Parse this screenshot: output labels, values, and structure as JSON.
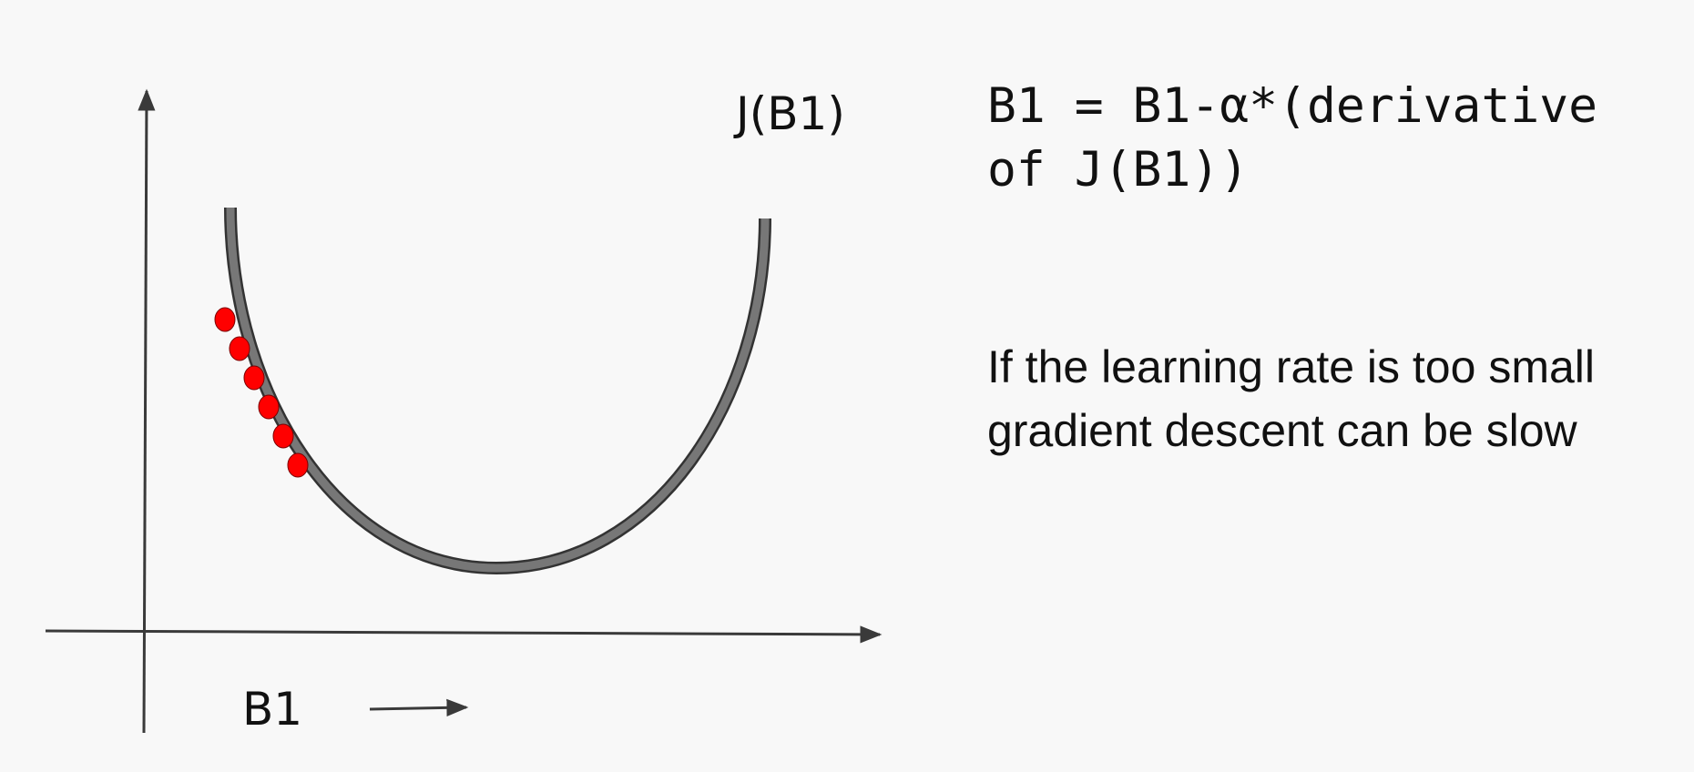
{
  "diagram": {
    "curve_label": "J(B1)",
    "axis_label": "B1",
    "formula": "B1 = B1-α*(derivative of J(B1))",
    "note": "If the learning rate is too small gradient descent can be slow",
    "colors": {
      "background": "#f8f8f8",
      "axis": "#3a3a3a",
      "curve_fill": "#777777",
      "curve_outline": "#333333",
      "step_point": "#ff0000"
    },
    "step_points_count": 6
  }
}
